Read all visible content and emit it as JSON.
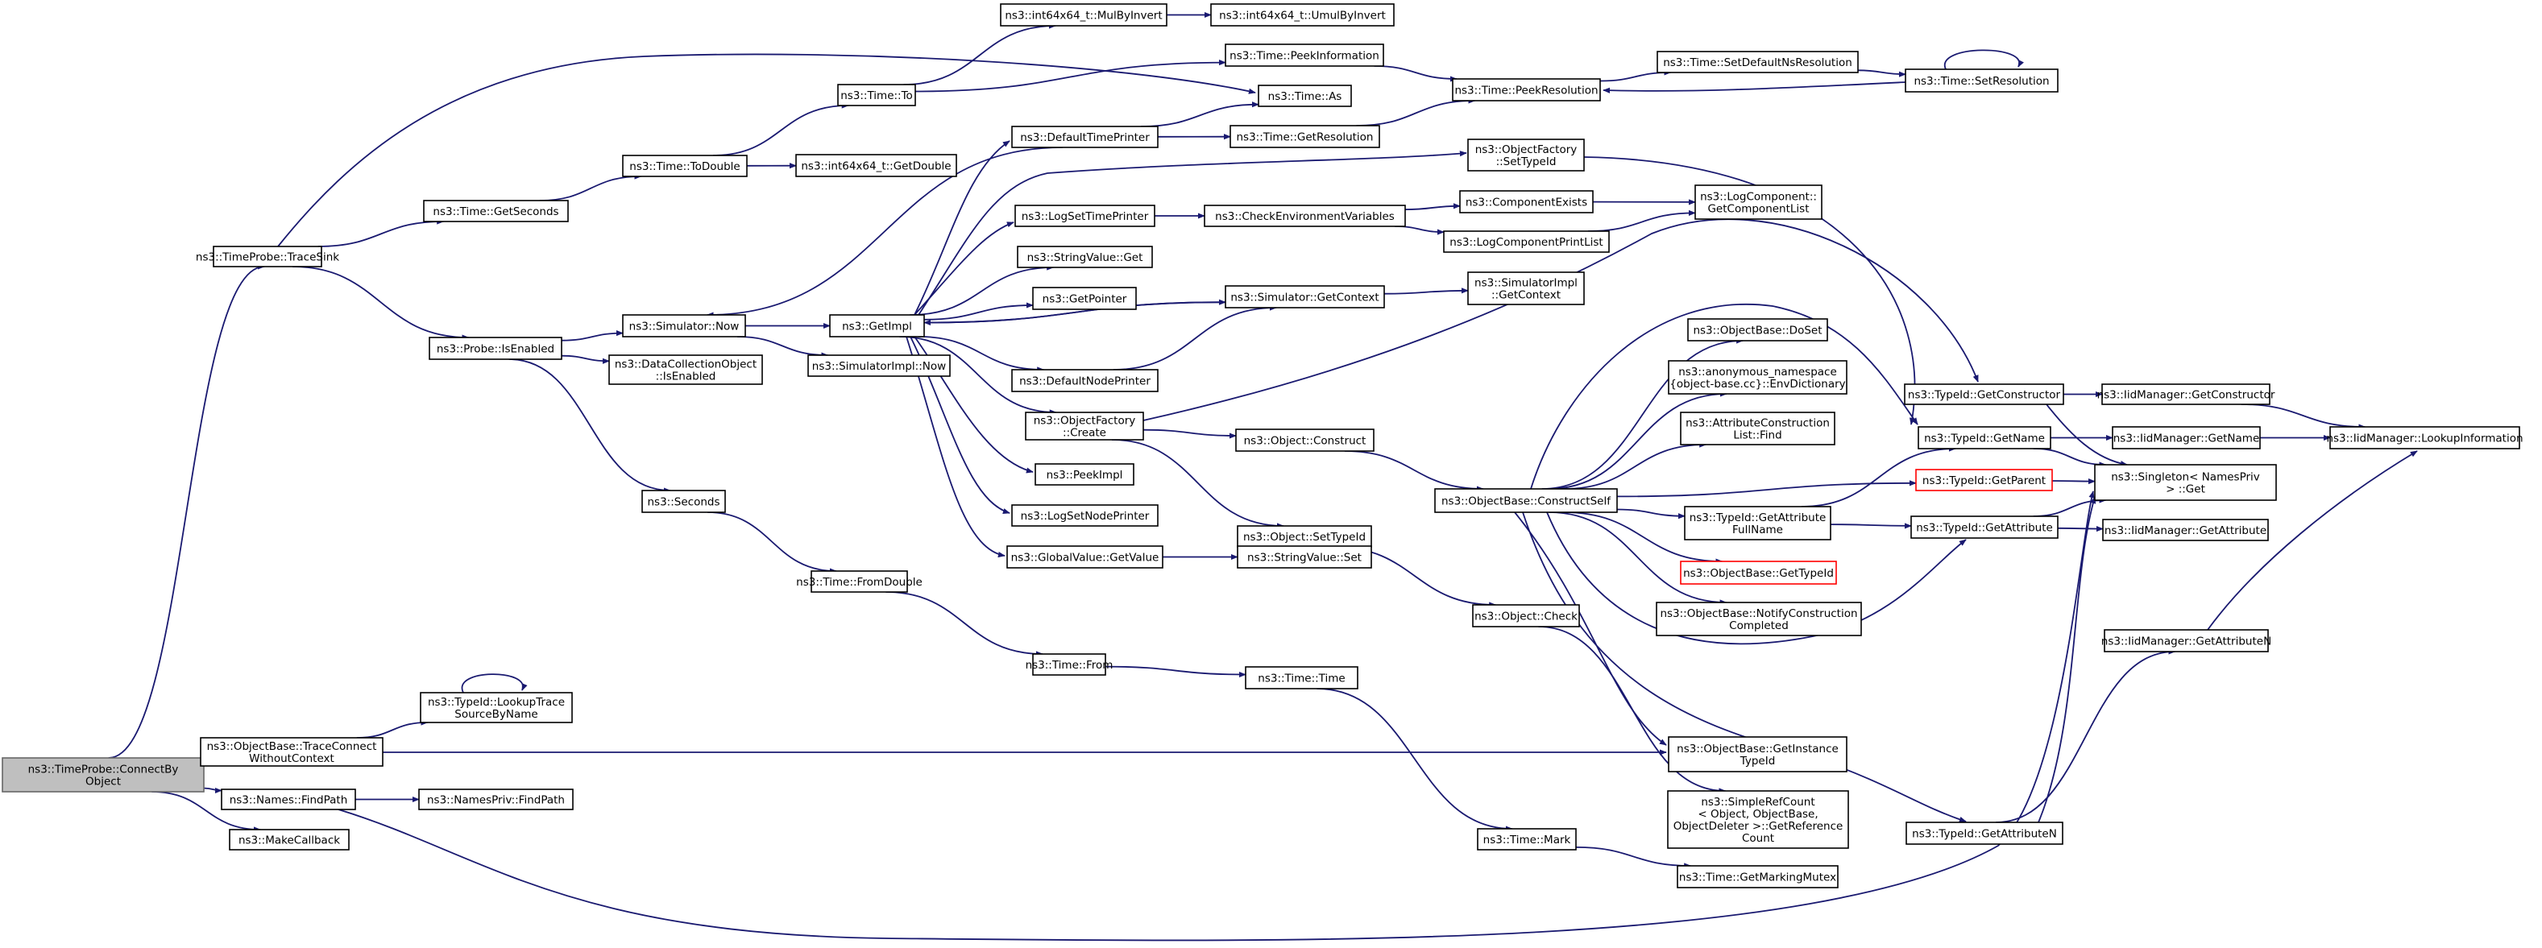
{
  "diagram": {
    "type": "call-graph",
    "colors": {
      "edge": "#191970",
      "root_fill": "#bfbfbf",
      "node_border": "#000000",
      "highlight_border": "#ff0000"
    },
    "nodes": [
      {
        "id": "root",
        "label": [
          "ns3::TimeProbe::ConnectBy",
          "Object"
        ],
        "style": "root"
      },
      {
        "id": "traceSink",
        "label": [
          "ns3::TimeProbe::TraceSink"
        ]
      },
      {
        "id": "traceConnect",
        "label": [
          "ns3::ObjectBase::TraceConnect",
          "WithoutContext"
        ]
      },
      {
        "id": "namesFindPath",
        "label": [
          "ns3::Names::FindPath"
        ]
      },
      {
        "id": "makeCallback",
        "label": [
          "ns3::MakeCallback"
        ]
      },
      {
        "id": "lookupTrace",
        "label": [
          "ns3::TypeId::LookupTrace",
          "SourceByName"
        ]
      },
      {
        "id": "namesPrivFindPath",
        "label": [
          "ns3::NamesPriv::FindPath"
        ]
      },
      {
        "id": "getSeconds",
        "label": [
          "ns3::Time::GetSeconds"
        ]
      },
      {
        "id": "probeIsEnabled",
        "label": [
          "ns3::Probe::IsEnabled"
        ]
      },
      {
        "id": "toDouble",
        "label": [
          "ns3::Time::ToDouble"
        ]
      },
      {
        "id": "simNow",
        "label": [
          "ns3::Simulator::Now"
        ]
      },
      {
        "id": "dcoIsEnabled",
        "label": [
          "ns3::DataCollectionObject",
          "::IsEnabled"
        ]
      },
      {
        "id": "seconds",
        "label": [
          "ns3::Seconds"
        ]
      },
      {
        "id": "timeTo",
        "label": [
          "ns3::Time::To"
        ]
      },
      {
        "id": "i64GetDouble",
        "label": [
          "ns3::int64x64_t::GetDouble"
        ]
      },
      {
        "id": "getImpl",
        "label": [
          "ns3::GetImpl"
        ]
      },
      {
        "id": "simImplNow",
        "label": [
          "ns3::SimulatorImpl::Now"
        ]
      },
      {
        "id": "fromDouble",
        "label": [
          "ns3::Time::FromDouble"
        ]
      },
      {
        "id": "timeFrom",
        "label": [
          "ns3::Time::From"
        ]
      },
      {
        "id": "mulByInvert",
        "label": [
          "ns3::int64x64_t::MulByInvert"
        ]
      },
      {
        "id": "umulByInvert",
        "label": [
          "ns3::int64x64_t::UmulByInvert"
        ]
      },
      {
        "id": "peekInfo",
        "label": [
          "ns3::Time::PeekInformation"
        ]
      },
      {
        "id": "timeAs",
        "label": [
          "ns3::Time::As"
        ]
      },
      {
        "id": "defTimePrinter",
        "label": [
          "ns3::DefaultTimePrinter"
        ]
      },
      {
        "id": "logSetTimePrinter",
        "label": [
          "ns3::LogSetTimePrinter"
        ]
      },
      {
        "id": "strValGet",
        "label": [
          "ns3::StringValue::Get"
        ]
      },
      {
        "id": "getPointer",
        "label": [
          "ns3::GetPointer"
        ]
      },
      {
        "id": "defNodePrinter",
        "label": [
          "ns3::DefaultNodePrinter"
        ]
      },
      {
        "id": "objFactCreate",
        "label": [
          "ns3::ObjectFactory",
          "::Create"
        ]
      },
      {
        "id": "peekImpl",
        "label": [
          "ns3::PeekImpl"
        ]
      },
      {
        "id": "logSetNodePrinter",
        "label": [
          "ns3::LogSetNodePrinter"
        ]
      },
      {
        "id": "gvGetValue",
        "label": [
          "ns3::GlobalValue::GetValue"
        ]
      },
      {
        "id": "timeTime",
        "label": [
          "ns3::Time::Time"
        ]
      },
      {
        "id": "timeMark",
        "label": [
          "ns3::Time::Mark"
        ]
      },
      {
        "id": "getResolution",
        "label": [
          "ns3::Time::GetResolution"
        ]
      },
      {
        "id": "checkEnvVars",
        "label": [
          "ns3::CheckEnvironmentVariables"
        ]
      },
      {
        "id": "simGetContext",
        "label": [
          "ns3::Simulator::GetContext"
        ]
      },
      {
        "id": "objConstruct",
        "label": [
          "ns3::Object::Construct"
        ]
      },
      {
        "id": "objSetTypeId",
        "label": [
          "ns3::Object::SetTypeId"
        ]
      },
      {
        "id": "strValSet",
        "label": [
          "ns3::StringValue::Set"
        ]
      },
      {
        "id": "peekResolution",
        "label": [
          "ns3::Time::PeekResolution"
        ]
      },
      {
        "id": "ofSetTypeId",
        "label": [
          "ns3::ObjectFactory",
          "::SetTypeId"
        ]
      },
      {
        "id": "componentExists",
        "label": [
          "ns3::ComponentExists"
        ]
      },
      {
        "id": "logCompPrintList",
        "label": [
          "ns3::LogComponentPrintList"
        ]
      },
      {
        "id": "simImplGetContext",
        "label": [
          "ns3::SimulatorImpl",
          "::GetContext"
        ]
      },
      {
        "id": "obConstructSelf",
        "label": [
          "ns3::ObjectBase::ConstructSelf"
        ]
      },
      {
        "id": "objCheck",
        "label": [
          "ns3::Object::Check"
        ]
      },
      {
        "id": "getMarkingMutex",
        "label": [
          "ns3::Time::GetMarkingMutex"
        ]
      },
      {
        "id": "setDefNsRes",
        "label": [
          "ns3::Time::SetDefaultNsResolution"
        ]
      },
      {
        "id": "setResolution",
        "label": [
          "ns3::Time::SetResolution"
        ]
      },
      {
        "id": "lcGetCompList",
        "label": [
          "ns3::LogComponent::",
          "GetComponentList"
        ]
      },
      {
        "id": "obDoSet",
        "label": [
          "ns3::ObjectBase::DoSet"
        ]
      },
      {
        "id": "anonEnvDict",
        "label": [
          "ns3::anonymous_namespace",
          "{object-base.cc}::EnvDictionary"
        ]
      },
      {
        "id": "acListFind",
        "label": [
          "ns3::AttributeConstruction",
          "List::Find"
        ]
      },
      {
        "id": "tidGetAttrFullName",
        "label": [
          "ns3::TypeId::GetAttribute",
          "FullName"
        ]
      },
      {
        "id": "obGetTypeId",
        "label": [
          "ns3::ObjectBase::GetTypeId"
        ],
        "style": "red"
      },
      {
        "id": "obNotifyConstruction",
        "label": [
          "ns3::ObjectBase::NotifyConstruction",
          "Completed"
        ]
      },
      {
        "id": "obGetInstanceTypeId",
        "label": [
          "ns3::ObjectBase::GetInstance",
          "TypeId"
        ]
      },
      {
        "id": "simpleRefCount",
        "label": [
          "ns3::SimpleRefCount",
          "< Object, ObjectBase,",
          "ObjectDeleter >::GetReference",
          "Count"
        ]
      },
      {
        "id": "tidGetConstructor",
        "label": [
          "ns3::TypeId::GetConstructor"
        ]
      },
      {
        "id": "tidGetName",
        "label": [
          "ns3::TypeId::GetName"
        ]
      },
      {
        "id": "tidGetParent",
        "label": [
          "ns3::TypeId::GetParent"
        ],
        "style": "red"
      },
      {
        "id": "tidGetAttribute",
        "label": [
          "ns3::TypeId::GetAttribute"
        ]
      },
      {
        "id": "tidGetAttributeN",
        "label": [
          "ns3::TypeId::GetAttributeN"
        ]
      },
      {
        "id": "iidGetConstructor",
        "label": [
          "ns3::IidManager::GetConstructor"
        ]
      },
      {
        "id": "iidGetName",
        "label": [
          "ns3::IidManager::GetName"
        ]
      },
      {
        "id": "singletonGet",
        "label": [
          "ns3::Singleton< NamesPriv",
          "> ::Get"
        ]
      },
      {
        "id": "iidGetAttribute",
        "label": [
          "ns3::IidManager::GetAttribute"
        ]
      },
      {
        "id": "iidGetAttributeN",
        "label": [
          "ns3::IidManager::GetAttributeN"
        ]
      },
      {
        "id": "iidLookupInfo",
        "label": [
          "ns3::IidManager::LookupInformation"
        ]
      }
    ],
    "edges": [
      [
        "root",
        "traceSink"
      ],
      [
        "root",
        "traceConnect"
      ],
      [
        "root",
        "namesFindPath"
      ],
      [
        "root",
        "makeCallback"
      ],
      [
        "traceConnect",
        "lookupTrace"
      ],
      [
        "traceConnect",
        "obGetInstanceTypeId"
      ],
      [
        "lookupTrace",
        "lookupTrace"
      ],
      [
        "namesFindPath",
        "namesPrivFindPath"
      ],
      [
        "namesFindPath",
        "singletonGet"
      ],
      [
        "traceSink",
        "getSeconds"
      ],
      [
        "traceSink",
        "probeIsEnabled"
      ],
      [
        "traceSink",
        "timeAs"
      ],
      [
        "getSeconds",
        "toDouble"
      ],
      [
        "toDouble",
        "timeTo"
      ],
      [
        "toDouble",
        "i64GetDouble"
      ],
      [
        "timeTo",
        "mulByInvert"
      ],
      [
        "timeTo",
        "peekInfo"
      ],
      [
        "mulByInvert",
        "umulByInvert"
      ],
      [
        "peekInfo",
        "peekResolution"
      ],
      [
        "probeIsEnabled",
        "simNow"
      ],
      [
        "probeIsEnabled",
        "dcoIsEnabled"
      ],
      [
        "probeIsEnabled",
        "seconds"
      ],
      [
        "simNow",
        "getImpl"
      ],
      [
        "simNow",
        "simImplNow"
      ],
      [
        "seconds",
        "fromDouble"
      ],
      [
        "fromDouble",
        "timeFrom"
      ],
      [
        "timeFrom",
        "timeTime"
      ],
      [
        "timeTime",
        "timeMark"
      ],
      [
        "timeMark",
        "getMarkingMutex"
      ],
      [
        "getImpl",
        "defTimePrinter"
      ],
      [
        "getImpl",
        "ofSetTypeId"
      ],
      [
        "getImpl",
        "logSetTimePrinter"
      ],
      [
        "getImpl",
        "strValGet"
      ],
      [
        "getImpl",
        "getPointer"
      ],
      [
        "getImpl",
        "simGetContext"
      ],
      [
        "getImpl",
        "defNodePrinter"
      ],
      [
        "getImpl",
        "objFactCreate"
      ],
      [
        "getImpl",
        "peekImpl"
      ],
      [
        "getImpl",
        "logSetNodePrinter"
      ],
      [
        "getImpl",
        "gvGetValue"
      ],
      [
        "defTimePrinter",
        "simNow"
      ],
      [
        "defTimePrinter",
        "timeAs"
      ],
      [
        "defTimePrinter",
        "getResolution"
      ],
      [
        "getResolution",
        "peekResolution"
      ],
      [
        "logSetTimePrinter",
        "checkEnvVars"
      ],
      [
        "checkEnvVars",
        "componentExists"
      ],
      [
        "checkEnvVars",
        "logCompPrintList"
      ],
      [
        "componentExists",
        "lcGetCompList"
      ],
      [
        "logCompPrintList",
        "lcGetCompList"
      ],
      [
        "defNodePrinter",
        "simGetContext"
      ],
      [
        "simGetContext",
        "getImpl"
      ],
      [
        "simGetContext",
        "simImplGetContext"
      ],
      [
        "objFactCreate",
        "objConstruct"
      ],
      [
        "objFactCreate",
        "objSetTypeId"
      ],
      [
        "objFactCreate",
        "tidGetConstructor"
      ],
      [
        "gvGetValue",
        "strValSet"
      ],
      [
        "objConstruct",
        "obConstructSelf"
      ],
      [
        "objSetTypeId",
        "objCheck"
      ],
      [
        "objCheck",
        "simpleRefCount"
      ],
      [
        "peekResolution",
        "setDefNsRes"
      ],
      [
        "setDefNsRes",
        "setResolution"
      ],
      [
        "setResolution",
        "peekResolution"
      ],
      [
        "setResolution",
        "setResolution"
      ],
      [
        "ofSetTypeId",
        "tidGetName"
      ],
      [
        "obConstructSelf",
        "obDoSet"
      ],
      [
        "obConstructSelf",
        "anonEnvDict"
      ],
      [
        "obConstructSelf",
        "acListFind"
      ],
      [
        "obConstructSelf",
        "tidGetAttrFullName"
      ],
      [
        "obConstructSelf",
        "obGetTypeId"
      ],
      [
        "obConstructSelf",
        "obNotifyConstruction"
      ],
      [
        "obConstructSelf",
        "obGetInstanceTypeId"
      ],
      [
        "obConstructSelf",
        "tidGetName"
      ],
      [
        "obConstructSelf",
        "tidGetParent"
      ],
      [
        "obConstructSelf",
        "tidGetAttribute"
      ],
      [
        "obConstructSelf",
        "tidGetAttributeN"
      ],
      [
        "tidGetAttrFullName",
        "tidGetName"
      ],
      [
        "tidGetAttrFullName",
        "tidGetAttribute"
      ],
      [
        "tidGetConstructor",
        "iidGetConstructor"
      ],
      [
        "tidGetConstructor",
        "singletonGet"
      ],
      [
        "tidGetName",
        "iidGetName"
      ],
      [
        "tidGetName",
        "singletonGet"
      ],
      [
        "tidGetParent",
        "singletonGet"
      ],
      [
        "tidGetAttribute",
        "singletonGet"
      ],
      [
        "tidGetAttribute",
        "iidGetAttribute"
      ],
      [
        "tidGetAttributeN",
        "singletonGet"
      ],
      [
        "tidGetAttributeN",
        "iidGetAttributeN"
      ],
      [
        "iidGetConstructor",
        "iidLookupInfo"
      ],
      [
        "iidGetName",
        "iidLookupInfo"
      ],
      [
        "iidGetAttributeN",
        "iidLookupInfo"
      ]
    ]
  }
}
